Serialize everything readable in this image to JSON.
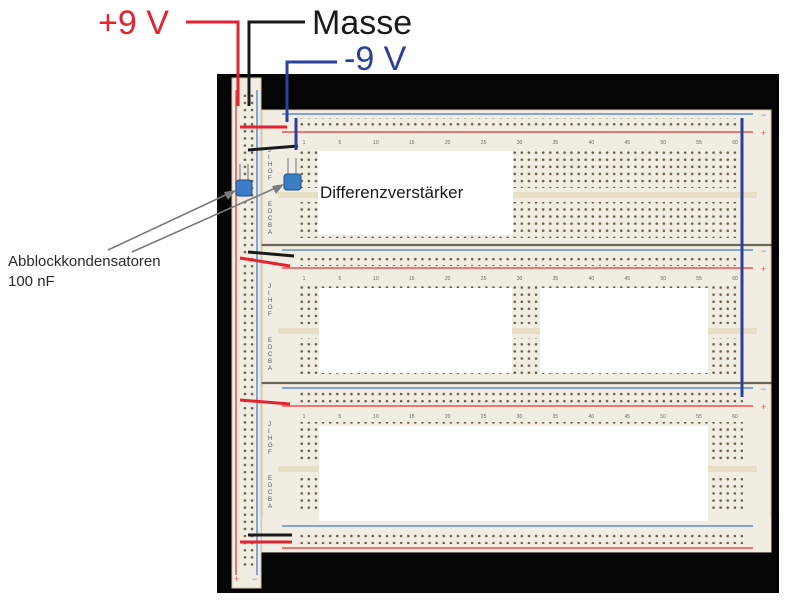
{
  "labels": {
    "plus_supply": "+9 V",
    "ground": "Masse",
    "minus_supply": "-9 V",
    "amplifier_block": "Differenzverstärker",
    "capacitor_line1": "Abblockkondensatoren",
    "capacitor_line2": "100 nF"
  },
  "rail_signs": {
    "plus": "+",
    "minus": "−"
  },
  "column_numbers": [
    "1",
    "5",
    "10",
    "15",
    "20",
    "25",
    "30",
    "35",
    "40",
    "45",
    "50",
    "55",
    "60"
  ],
  "row_letters_top": [
    "J",
    "I",
    "H",
    "G",
    "F"
  ],
  "row_letters_bottom": [
    "E",
    "D",
    "C",
    "B",
    "A"
  ],
  "colors": {
    "plus_wire": "#e42230",
    "ground_wire": "#1a1a1a",
    "minus_wire": "#2b3f9c",
    "board": "#f1ede2",
    "background_panel": "#050505",
    "rail_red": "#e85050",
    "rail_blue": "#5a8fd0"
  }
}
